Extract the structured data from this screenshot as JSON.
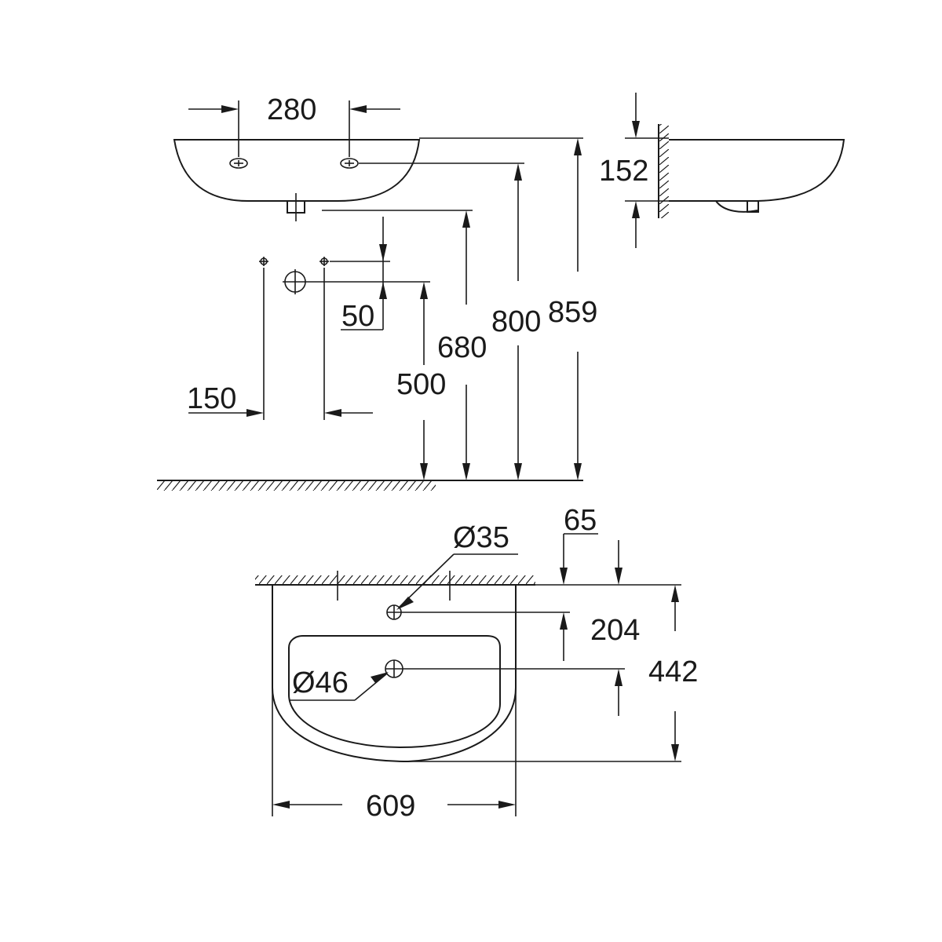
{
  "dimensions": {
    "tap_hole_spacing": "280",
    "basin_height": "152",
    "waste_setout": "50",
    "trap_spacing": "150",
    "trap_height": "500",
    "bowl_underside_height": "680",
    "tap_hole_height": "800",
    "rim_height": "859",
    "tap_hole_diameter": "Ø35",
    "tap_hole_offset": "65",
    "waste_offset": "204",
    "waste_diameter": "Ø46",
    "basin_depth": "442",
    "basin_width": "609"
  }
}
